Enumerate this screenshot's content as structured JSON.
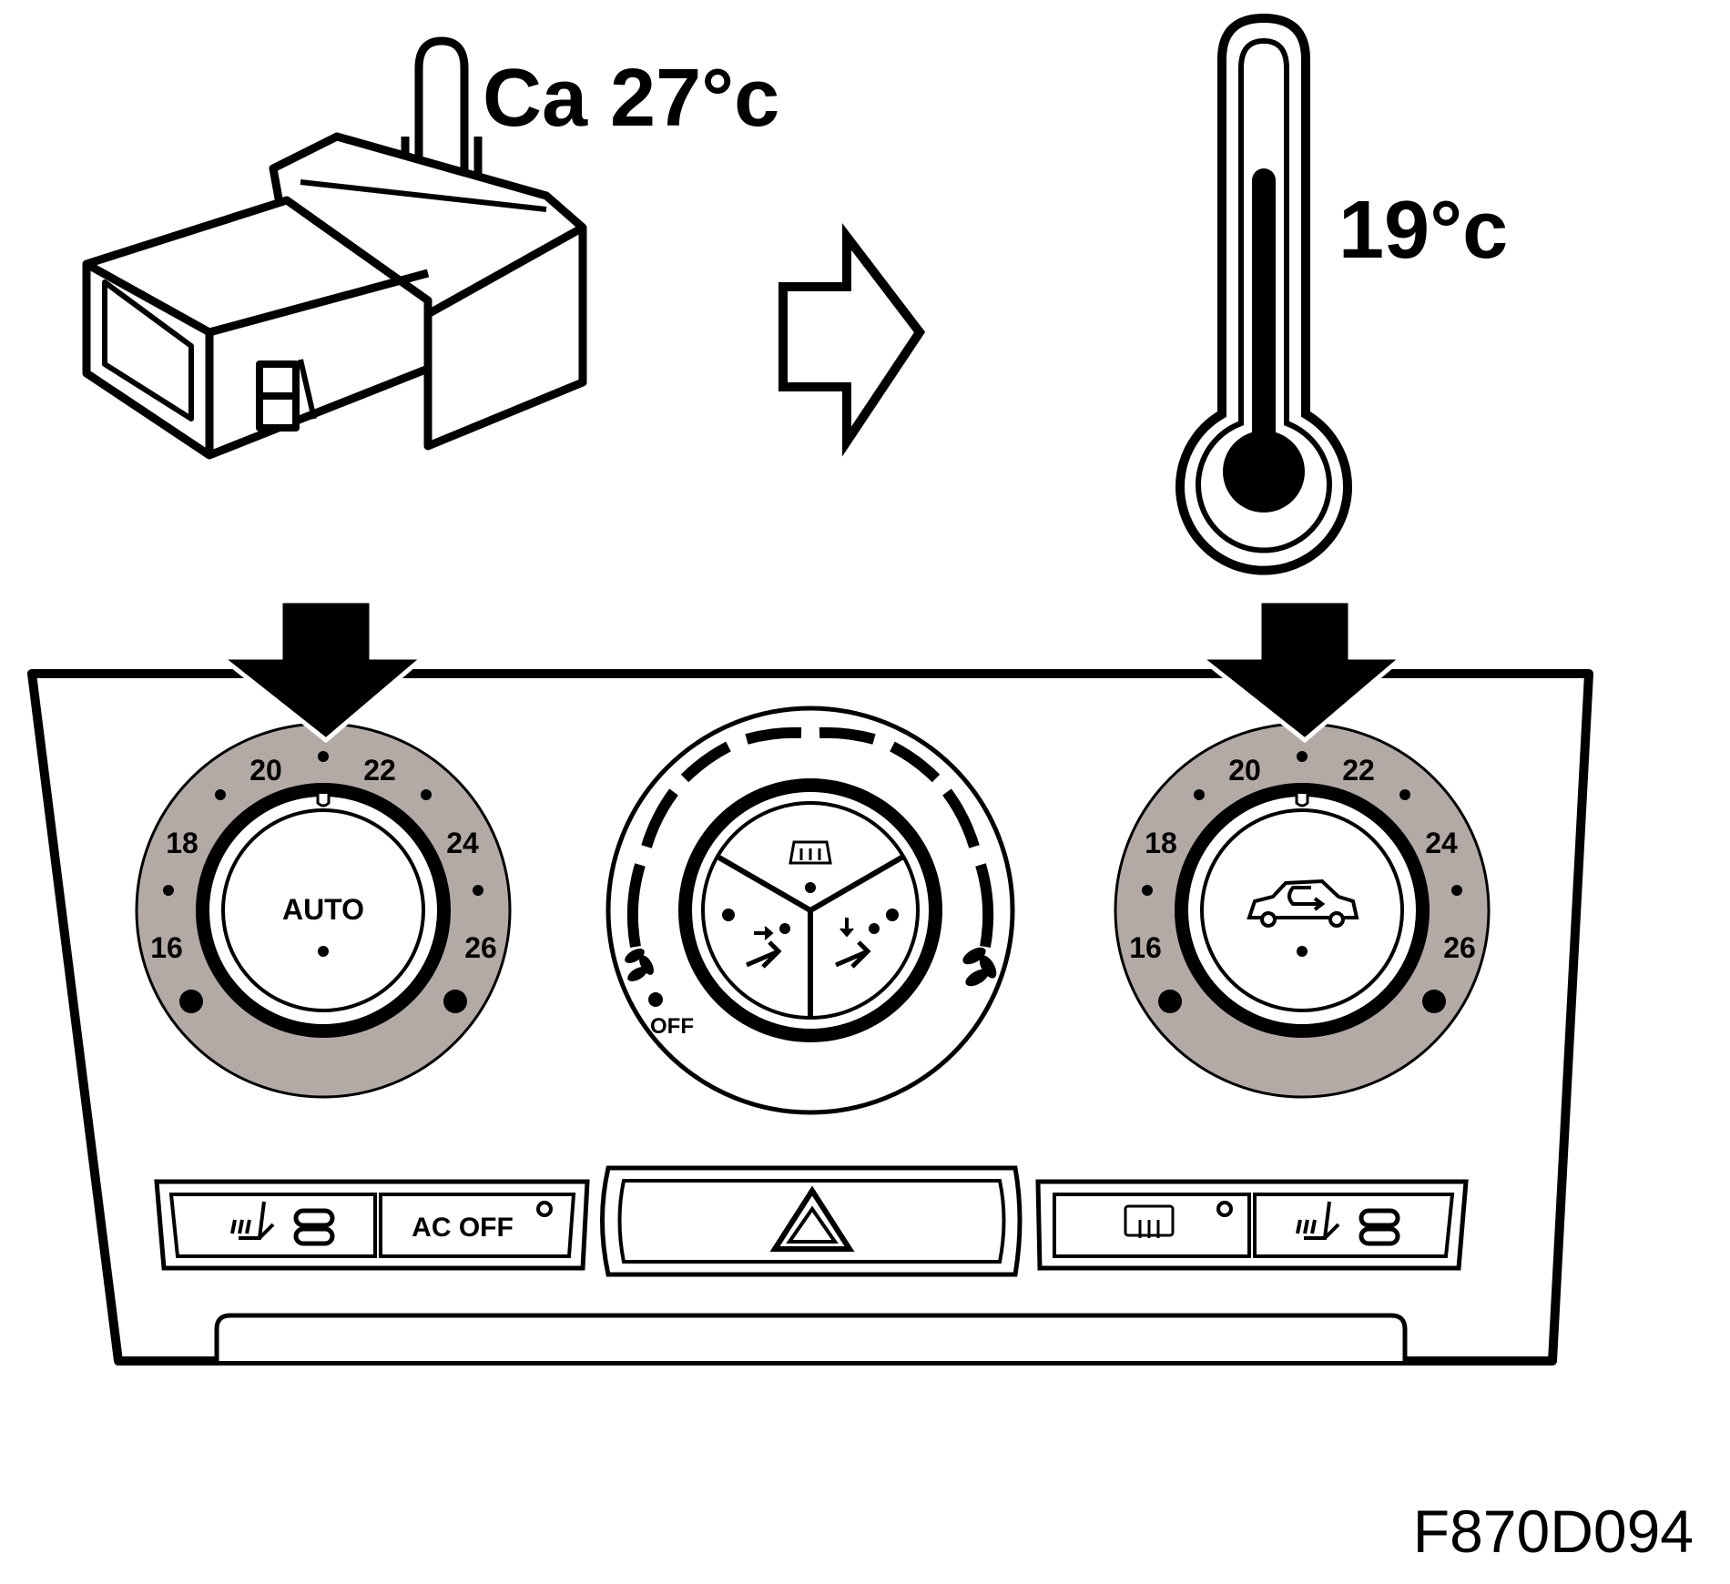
{
  "sensor_temp": "Ca 27°c",
  "thermo_temp": "19°c",
  "figure_code": "F870D094",
  "left_dial": {
    "scale": [
      "16",
      "18",
      "20",
      "22",
      "24",
      "26"
    ],
    "center": "AUTO"
  },
  "right_dial": {
    "scale": [
      "16",
      "18",
      "20",
      "22",
      "24",
      "26"
    ],
    "center_icon": "recirculation-car-icon"
  },
  "fan_dial": {
    "off_label": "OFF",
    "modes": [
      "windshield-defrost-icon",
      "face-vent-icon",
      "floor-vent-icon"
    ]
  },
  "buttons": {
    "ac_off": "AC OFF",
    "left_seat": "seat-heater-icon",
    "hazard": "hazard-triangle-icon",
    "rear_defrost": "rear-defrost-icon",
    "right_seat": "seat-heater-icon"
  },
  "colors": {
    "ring": "#b3aaa6",
    "ink": "#000000"
  }
}
